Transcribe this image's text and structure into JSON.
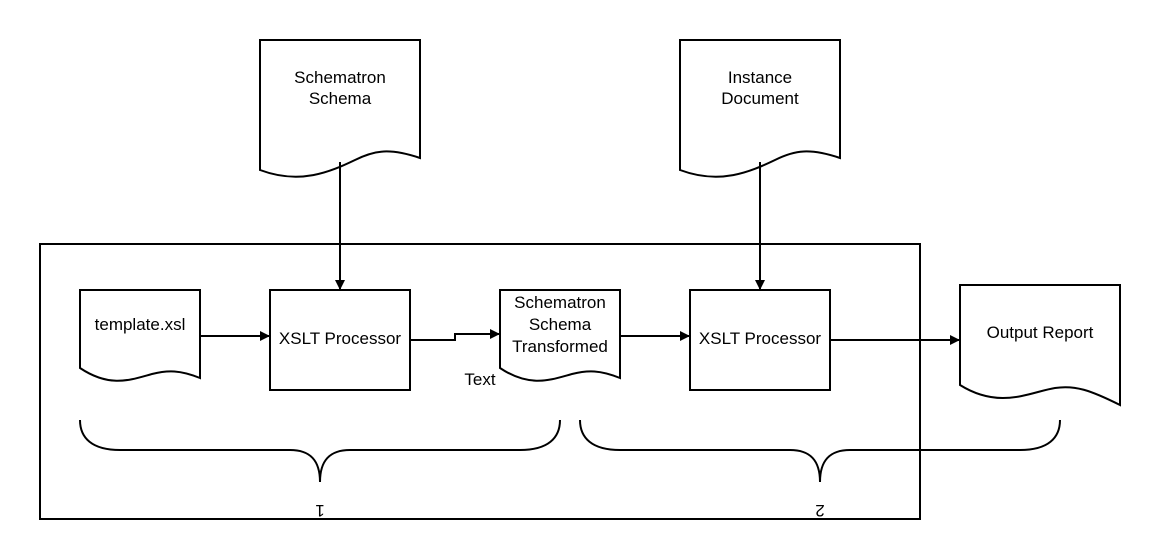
{
  "nodes": {
    "schematron_schema": {
      "line1": "Schematron",
      "line2": "Schema"
    },
    "instance_document": {
      "line1": "Instance",
      "line2": "Document"
    },
    "template": {
      "label": "template.xsl"
    },
    "xslt1": {
      "label": "XSLT Processor"
    },
    "transformed": {
      "line1": "Schematron",
      "line2": "Schema",
      "line3": "Transformed"
    },
    "xslt2": {
      "label": "XSLT Processor"
    },
    "output": {
      "label": "Output Report"
    }
  },
  "edge_label": "Text",
  "braces": {
    "first": "1",
    "second": "2"
  }
}
